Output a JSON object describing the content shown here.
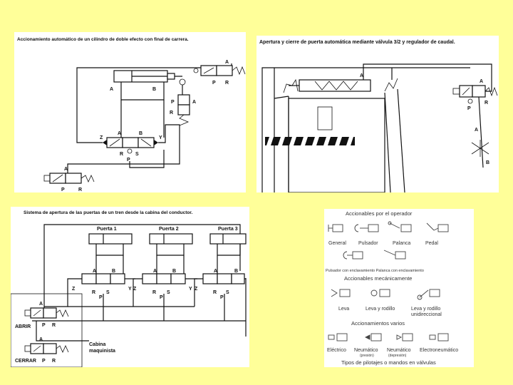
{
  "panels": {
    "cylinder": {
      "title": "Accionamiento automático de un cilindro de doble efecto con final de carrera.",
      "labels": {
        "A": "A",
        "B": "B",
        "P": "P",
        "R": "R",
        "S": "S",
        "Z": "Z",
        "Y": "Y"
      }
    },
    "door": {
      "title": "Apertura y cierre de puerta automática mediante válvula 3/2 y regulador de caudal.",
      "labels": {
        "A": "A",
        "B": "B",
        "P": "P",
        "R": "R"
      }
    },
    "train": {
      "title": "Sistema de apertura de las puertas de un tren desde la cabina del conductor.",
      "doors": [
        "Puerta 1",
        "Puerta 2",
        "Puerta 3"
      ],
      "open_label": "ABRIR",
      "close_label": "CERRAR",
      "cabin_label_1": "Cabina",
      "cabin_label_2": "maquinista",
      "labels": {
        "A": "A",
        "B": "B",
        "P": "P",
        "R": "R",
        "S": "S",
        "Z": "Z",
        "Y": "Y"
      }
    },
    "legend": {
      "heading_operator": "Accionables por el operador",
      "operator_items": [
        "General",
        "Pulsador",
        "Palanca",
        "Pedal"
      ],
      "lock_note": "Pulsador con enclavamiento Palanca con enclavamiento",
      "heading_mechanical": "Accionables mecánicamente",
      "mechanical_items": [
        "Leva",
        "Leva y rodillo",
        "Leva y rodillo",
        "unidireccional"
      ],
      "heading_various": "Accionamientos varios",
      "various_items": [
        "Eléctrico",
        "Neumático",
        "Neumático",
        "Electroneumático"
      ],
      "various_sub": [
        "(presión)",
        "(depresión)"
      ],
      "footer": "Tipos de pilotajes o mandos en válvulas"
    }
  }
}
